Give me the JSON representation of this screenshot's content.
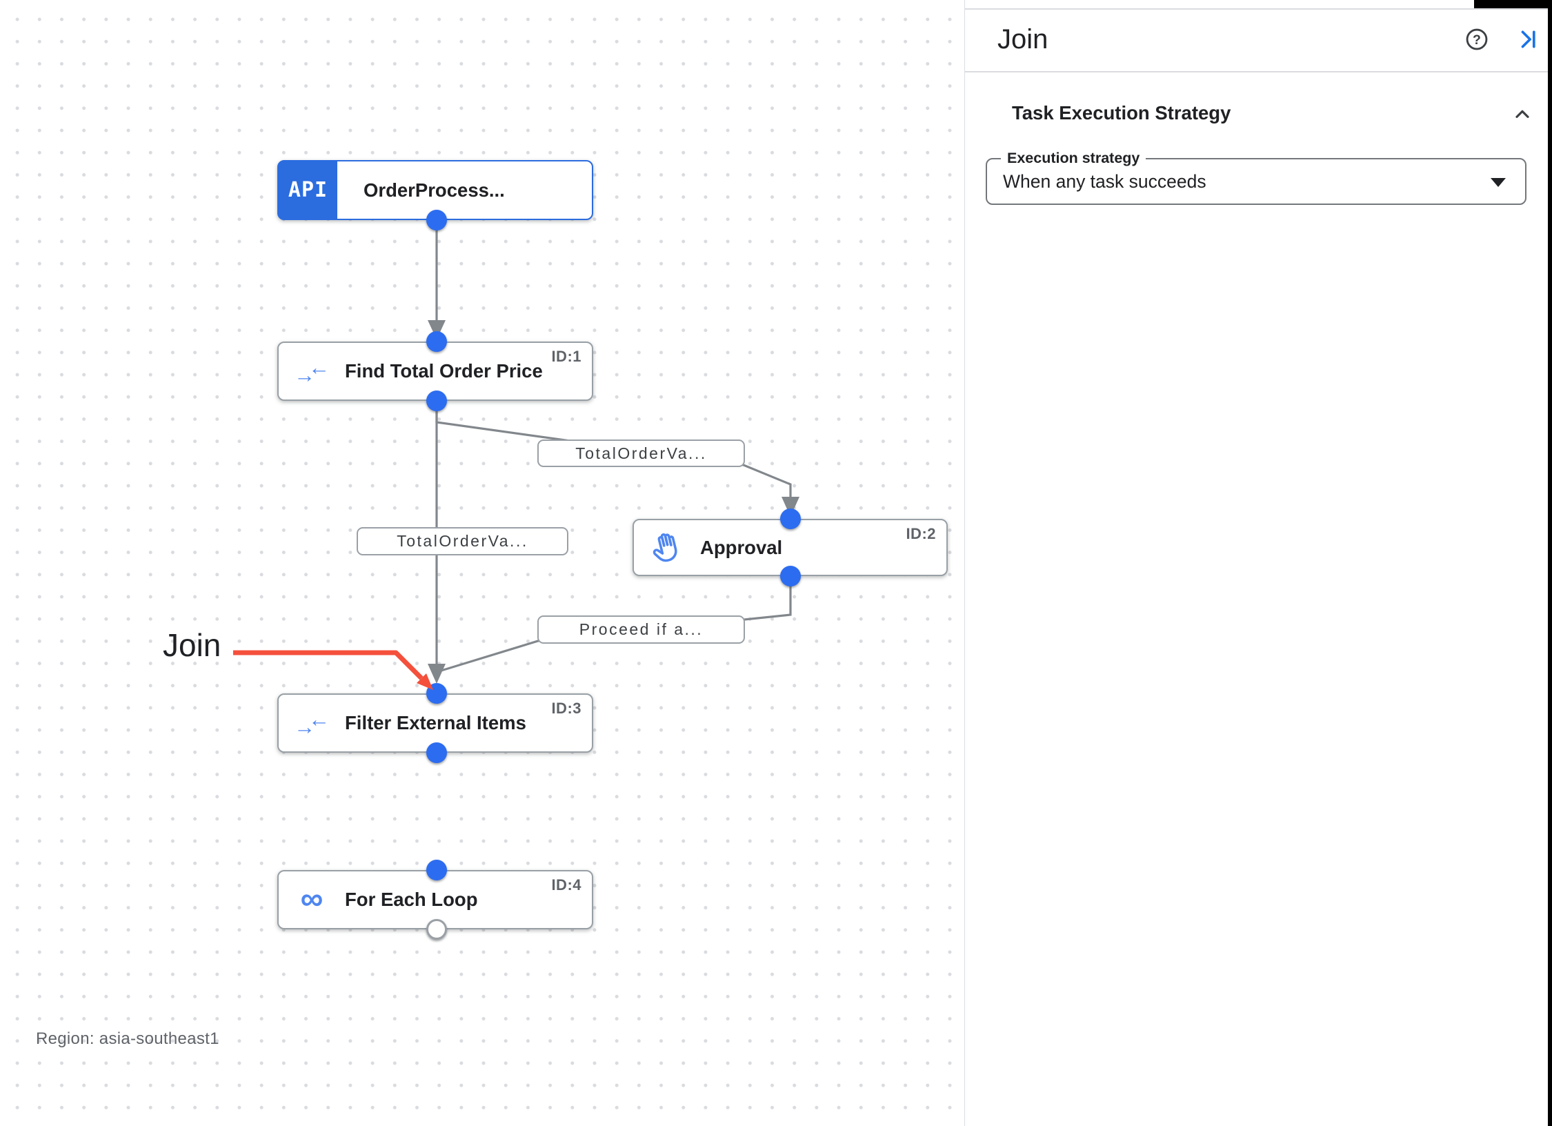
{
  "panel": {
    "title": "Join",
    "section": {
      "title": "Task Execution Strategy"
    },
    "execution_strategy": {
      "label": "Execution strategy",
      "value": "When any task succeeds"
    }
  },
  "canvas": {
    "nodes": [
      {
        "badge": "API",
        "title": "OrderProcess...",
        "task_id": ""
      },
      {
        "title": "Find Total Order Price",
        "task_id": "ID:1"
      },
      {
        "title": "Approval",
        "task_id": "ID:2"
      },
      {
        "title": "Filter External Items",
        "task_id": "ID:3"
      },
      {
        "title": "For Each Loop",
        "task_id": "ID:4"
      }
    ],
    "edge_labels": [
      "TotalOrderVa...",
      "TotalOrderVa...",
      "Proceed if a..."
    ],
    "annotation": "Join",
    "region_label": "Region: asia-southeast1"
  },
  "icons": {
    "data_mapping_right": "→",
    "data_mapping_left": "←",
    "loop_infinity": "∞",
    "help_glyph": "?"
  },
  "colors": {
    "accent_blue": "#2b6cdf",
    "port_blue": "#2c6cf0",
    "icon_blue": "#4f86f0",
    "edge_gray": "#82878c",
    "annotation_red": "#f4503c"
  }
}
